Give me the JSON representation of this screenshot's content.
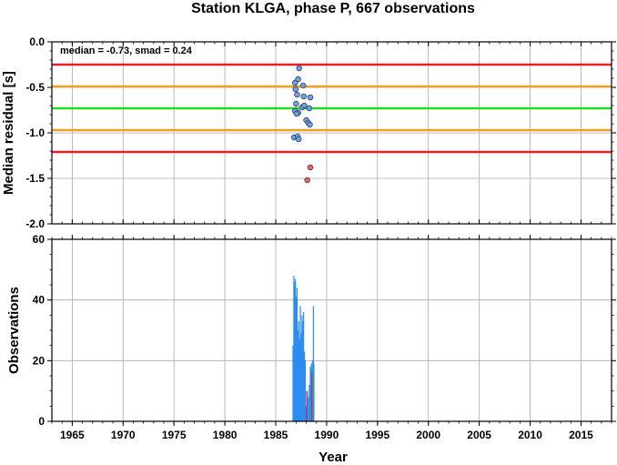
{
  "chart_data": [
    {
      "type": "scatter",
      "title": "Station KLGA, phase P, 667 observations",
      "ylabel": "Median residual [s]",
      "annotation": "median = -0.73, smad = 0.24",
      "xlim": [
        1963,
        2018
      ],
      "ylim": [
        -2.0,
        0.0
      ],
      "y_ticks": [
        "0.0",
        "-0.5",
        "-1.0",
        "-1.5",
        "-2.0"
      ],
      "y_tick_values": [
        0.0,
        -0.5,
        -1.0,
        -1.5,
        -2.0
      ],
      "grid": true,
      "reference_lines": [
        {
          "value": -0.25,
          "color": "#e8202a"
        },
        {
          "value": -0.49,
          "color": "#f0a020"
        },
        {
          "value": -0.73,
          "color": "#22dd22"
        },
        {
          "value": -0.97,
          "color": "#f0a020"
        },
        {
          "value": -1.21,
          "color": "#e8202a"
        }
      ],
      "series": [
        {
          "color": "#6aa0f0",
          "points": [
            [
              1987.3,
              -0.29
            ],
            [
              1986.9,
              -0.45
            ],
            [
              1987.2,
              -0.41
            ],
            [
              1987.7,
              -0.48
            ],
            [
              1986.95,
              -0.52
            ],
            [
              1987.1,
              -0.58
            ],
            [
              1987.75,
              -0.6
            ],
            [
              1988.4,
              -0.61
            ],
            [
              1987.0,
              -0.68
            ],
            [
              1987.6,
              -0.72
            ],
            [
              1987.8,
              -0.7
            ],
            [
              1988.3,
              -0.73
            ],
            [
              1986.9,
              -0.76
            ],
            [
              1987.2,
              -0.78
            ],
            [
              1987.05,
              -0.79
            ],
            [
              1988.0,
              -0.86
            ],
            [
              1988.2,
              -0.89
            ],
            [
              1988.35,
              -0.91
            ],
            [
              1986.8,
              -1.05
            ],
            [
              1987.15,
              -1.04
            ],
            [
              1987.25,
              -1.07
            ]
          ]
        },
        {
          "color": "#f06060",
          "points": [
            [
              1988.4,
              -1.38
            ],
            [
              1988.1,
              -1.52
            ]
          ]
        }
      ]
    },
    {
      "type": "bar",
      "ylabel": "Observations",
      "xlabel": "Year",
      "xlim": [
        1963,
        2018
      ],
      "ylim": [
        0,
        60
      ],
      "x_ticks": [
        "1965",
        "1970",
        "1975",
        "1980",
        "1985",
        "1990",
        "1995",
        "2000",
        "2005",
        "2010",
        "2015"
      ],
      "x_tick_values": [
        1965,
        1970,
        1975,
        1980,
        1985,
        1990,
        1995,
        2000,
        2005,
        2010,
        2015
      ],
      "y_ticks": [
        "0",
        "20",
        "40",
        "60"
      ],
      "y_tick_values": [
        0,
        20,
        40,
        60
      ],
      "grid": true,
      "bar_width_years": 0.07,
      "series": [
        {
          "color": "#2a8cf0",
          "x": [
            1986.7,
            1986.78,
            1986.86,
            1986.94,
            1987.02,
            1987.1,
            1987.18,
            1987.26,
            1987.34,
            1987.42,
            1987.5,
            1987.58,
            1987.66,
            1987.74,
            1987.82,
            1987.9,
            1988.0,
            1988.1,
            1988.2,
            1988.3,
            1988.4,
            1988.5,
            1988.6,
            1988.7
          ],
          "values": [
            25,
            48,
            46,
            47,
            41,
            44,
            30,
            33,
            27,
            38,
            29,
            35,
            33,
            36,
            23,
            20,
            5,
            10,
            8,
            12,
            18,
            19,
            20,
            38
          ]
        },
        {
          "color": "#b03050",
          "x": [
            1988.05,
            1988.55
          ],
          "values": [
            10,
            16
          ]
        },
        {
          "color": "#20a0a0",
          "x": [
            1988.75
          ],
          "values": [
            19
          ]
        }
      ]
    }
  ]
}
